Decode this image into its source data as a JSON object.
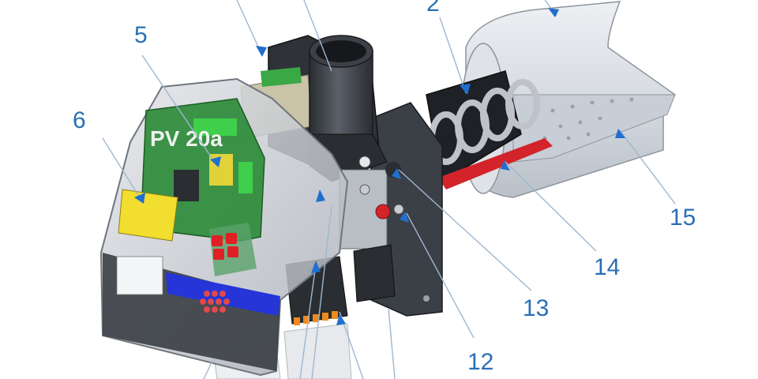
{
  "figure": {
    "panel_label": "PV 20a",
    "callouts": [
      "2",
      "5",
      "6",
      "12",
      "13",
      "14",
      "15"
    ]
  },
  "colors": {
    "callout_text": "#2a6fb5",
    "arrow": "#1f6fd0",
    "leader_line": "#9fb7cf",
    "housing": "#3b3f46",
    "pcb_green": "#2e8b3a",
    "led_red": "#d3232b",
    "tube": "#cfd4da"
  }
}
